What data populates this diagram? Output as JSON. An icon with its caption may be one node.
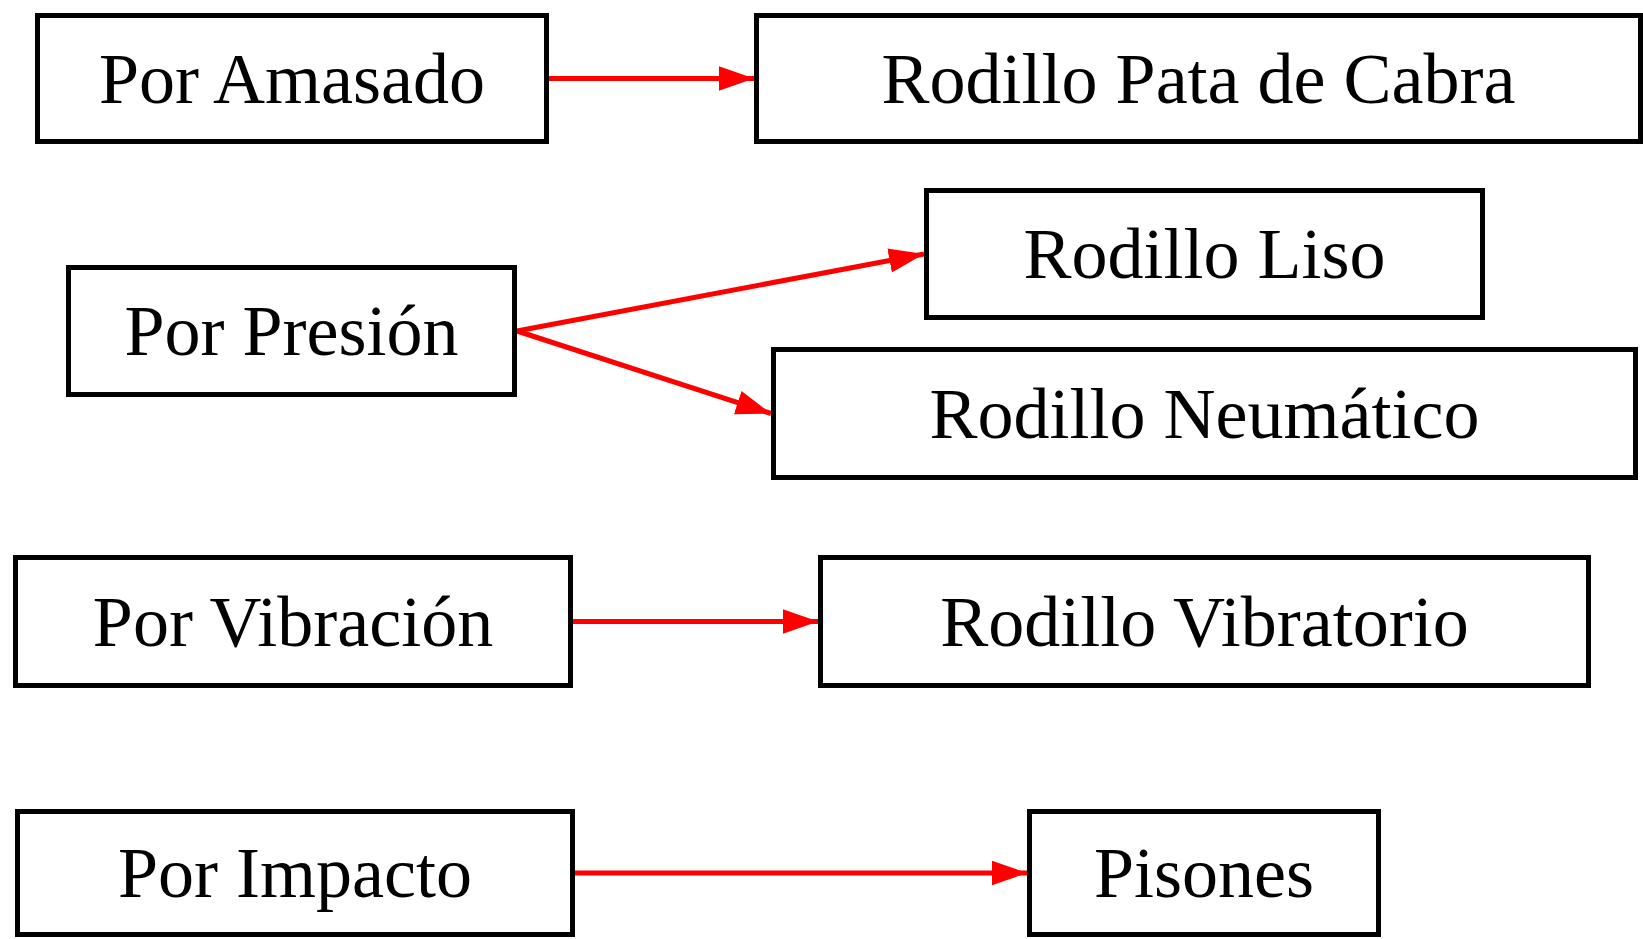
{
  "diagram": {
    "nodes": [
      {
        "text": [
          "Por Amasado"
        ]
      },
      {
        "text": [
          "Rodillo Pata de Cabra"
        ]
      },
      {
        "text": [
          "Rodillo Liso"
        ]
      },
      {
        "text": [
          "Por Presión"
        ]
      },
      {
        "text": [
          "Rodillo Neumático"
        ]
      },
      {
        "text": [
          "Por Vibración"
        ]
      },
      {
        "text": [
          "Rodillo Vibratorio"
        ]
      },
      {
        "text": [
          "Por Impacto"
        ]
      },
      {
        "text": [
          "Pisones"
        ]
      }
    ],
    "edges": [
      {
        "from": 0,
        "to": 1,
        "arrow": "to"
      },
      {
        "from": 3,
        "to": 2,
        "arrow": "to"
      },
      {
        "from": 3,
        "to": 4,
        "arrow": "to"
      },
      {
        "from": 5,
        "to": 6,
        "arrow": "to"
      },
      {
        "from": 7,
        "to": 8,
        "arrow": "to"
      }
    ]
  }
}
